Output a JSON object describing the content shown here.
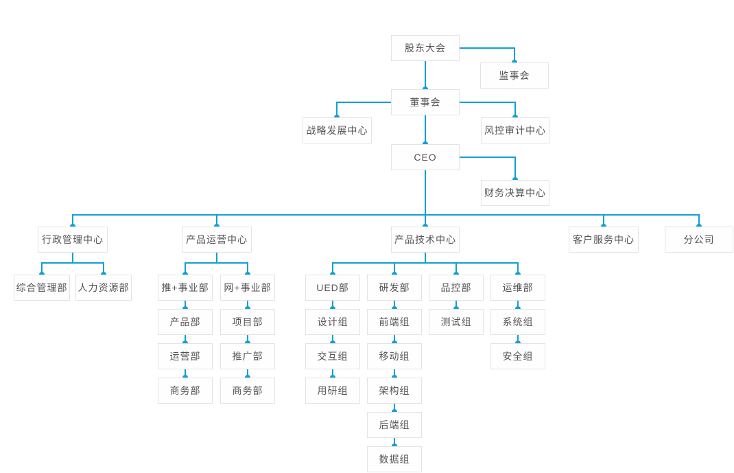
{
  "diagram": {
    "type": "org-chart",
    "root_label": "股东大会"
  },
  "colors": {
    "connector_line": "#109fd9",
    "expand_dot": "#109fd9",
    "node_border": "#e3e3e3",
    "node_background": "#fefefe",
    "node_text": "#545454",
    "page_background": "#ffffff"
  },
  "nodes": [
    {
      "id": "shareholders-meeting",
      "label": "股东大会"
    },
    {
      "id": "supervisory-board",
      "label": "监事会"
    },
    {
      "id": "board-of-directors",
      "label": "董事会"
    },
    {
      "id": "strategy-development-center",
      "label": "战略发展中心"
    },
    {
      "id": "risk-audit-center",
      "label": "风控审计中心"
    },
    {
      "id": "ceo",
      "label": "CEO"
    },
    {
      "id": "financial-accounting-center",
      "label": "财务决算中心"
    },
    {
      "id": "admin-management-center",
      "label": "行政管理中心"
    },
    {
      "id": "product-operation-center",
      "label": "产品运营中心"
    },
    {
      "id": "product-technology-center",
      "label": "产品技术中心"
    },
    {
      "id": "customer-service-center",
      "label": "客户服务中心"
    },
    {
      "id": "branch-company",
      "label": "分公司"
    },
    {
      "id": "general-management-dept",
      "label": "综合管理部"
    },
    {
      "id": "hr-dept",
      "label": "人力资源部"
    },
    {
      "id": "tui-business-dept",
      "label": "推+事业部"
    },
    {
      "id": "wang-business-dept",
      "label": "网+事业部"
    },
    {
      "id": "product-dept",
      "label": "产品部"
    },
    {
      "id": "project-dept",
      "label": "项目部"
    },
    {
      "id": "operation-dept",
      "label": "运营部"
    },
    {
      "id": "promotion-dept",
      "label": "推广部"
    },
    {
      "id": "business-dept-1",
      "label": "商务部"
    },
    {
      "id": "business-dept-2",
      "label": "商务部"
    },
    {
      "id": "ued-dept",
      "label": "UED部"
    },
    {
      "id": "rd-dept",
      "label": "研发部"
    },
    {
      "id": "qc-dept",
      "label": "品控部"
    },
    {
      "id": "ops-dept",
      "label": "运维部"
    },
    {
      "id": "design-team",
      "label": "设计组"
    },
    {
      "id": "frontend-team",
      "label": "前端组"
    },
    {
      "id": "testing-team",
      "label": "测试组"
    },
    {
      "id": "system-team",
      "label": "系统组"
    },
    {
      "id": "interaction-team",
      "label": "交互组"
    },
    {
      "id": "mobile-team",
      "label": "移动组"
    },
    {
      "id": "security-team",
      "label": "安全组"
    },
    {
      "id": "user-research-team",
      "label": "用研组"
    },
    {
      "id": "architecture-team",
      "label": "架构组"
    },
    {
      "id": "backend-team",
      "label": "后端组"
    },
    {
      "id": "data-team",
      "label": "数据组"
    }
  ],
  "hierarchy": {
    "label": "股东大会",
    "children": [
      {
        "label": "监事会"
      },
      {
        "label": "董事会",
        "children": [
          {
            "label": "战略发展中心"
          },
          {
            "label": "风控审计中心"
          },
          {
            "label": "CEO",
            "children": [
              {
                "label": "财务决算中心"
              },
              {
                "label": "行政管理中心",
                "children": [
                  {
                    "label": "综合管理部"
                  },
                  {
                    "label": "人力资源部"
                  }
                ]
              },
              {
                "label": "产品运营中心",
                "children": [
                  {
                    "label": "推+事业部",
                    "children": [
                      {
                        "label": "产品部"
                      },
                      {
                        "label": "运营部"
                      },
                      {
                        "label": "商务部"
                      }
                    ]
                  },
                  {
                    "label": "网+事业部",
                    "children": [
                      {
                        "label": "项目部"
                      },
                      {
                        "label": "推广部"
                      },
                      {
                        "label": "商务部"
                      }
                    ]
                  }
                ]
              },
              {
                "label": "产品技术中心",
                "children": [
                  {
                    "label": "UED部",
                    "children": [
                      {
                        "label": "设计组"
                      },
                      {
                        "label": "交互组"
                      },
                      {
                        "label": "用研组"
                      }
                    ]
                  },
                  {
                    "label": "研发部",
                    "children": [
                      {
                        "label": "前端组"
                      },
                      {
                        "label": "移动组"
                      },
                      {
                        "label": "架构组"
                      },
                      {
                        "label": "后端组"
                      },
                      {
                        "label": "数据组"
                      }
                    ]
                  },
                  {
                    "label": "品控部",
                    "children": [
                      {
                        "label": "测试组"
                      }
                    ]
                  },
                  {
                    "label": "运维部",
                    "children": [
                      {
                        "label": "系统组"
                      },
                      {
                        "label": "安全组"
                      }
                    ]
                  }
                ]
              },
              {
                "label": "客户服务中心"
              },
              {
                "label": "分公司"
              }
            ]
          }
        ]
      }
    ]
  }
}
